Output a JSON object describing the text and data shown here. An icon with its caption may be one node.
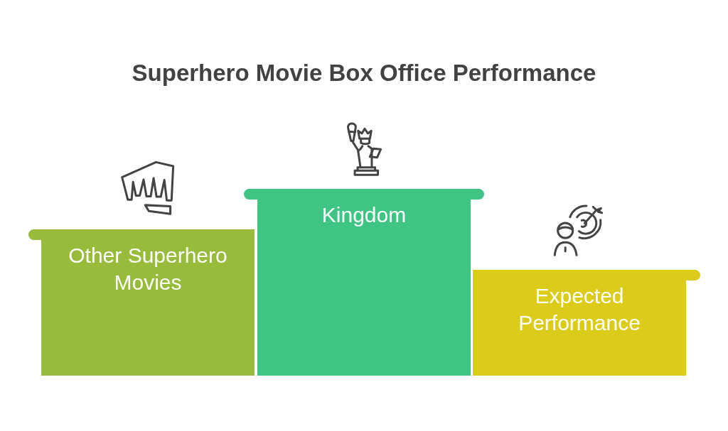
{
  "diagram": {
    "title": "Superhero Movie Box Office Performance",
    "nodes": [
      {
        "text": [
          "Other Superhero Movies"
        ]
      },
      {
        "text": [
          "Kingdom"
        ]
      },
      {
        "text": [
          "Expected Performance"
        ]
      }
    ]
  }
}
